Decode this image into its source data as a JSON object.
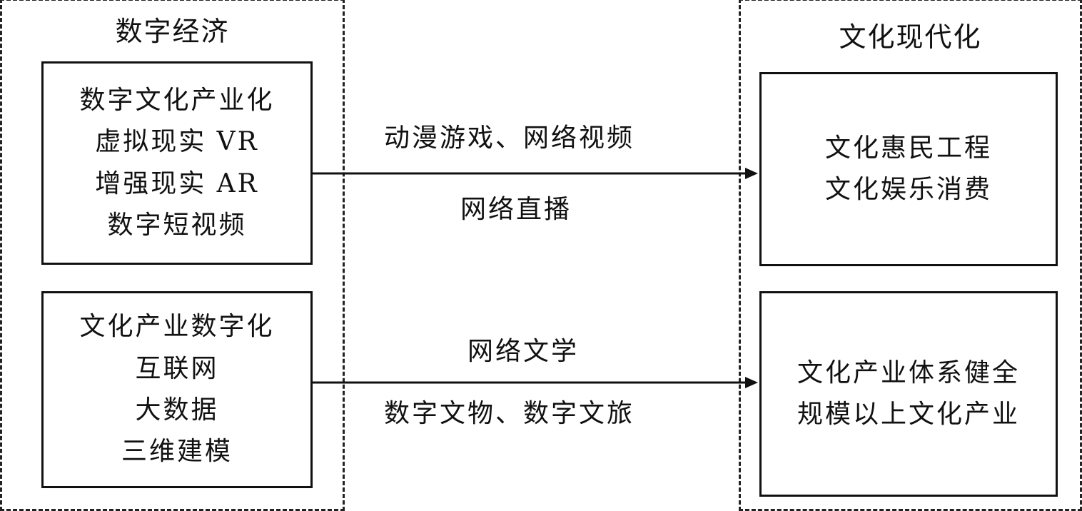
{
  "left_group": {
    "title": "数字经济",
    "top_box": {
      "lines": [
        "数字文化产业化",
        "虚拟现实 VR",
        "增强现实 AR",
        "数字短视频"
      ]
    },
    "bottom_box": {
      "lines": [
        "文化产业数字化",
        "互联网",
        "大数据",
        "三维建模"
      ]
    }
  },
  "right_group": {
    "title": "文化现代化",
    "top_box": {
      "lines": [
        "文化惠民工程",
        "文化娱乐消费"
      ]
    },
    "bottom_box": {
      "lines": [
        "文化产业体系健全",
        "规模以上文化产业"
      ]
    }
  },
  "arrows": {
    "top": {
      "label_above": "动漫游戏、网络视频",
      "label_below": "网络直播"
    },
    "bottom": {
      "label_above": "网络文学",
      "label_below": "数字文物、数字文旅"
    }
  }
}
